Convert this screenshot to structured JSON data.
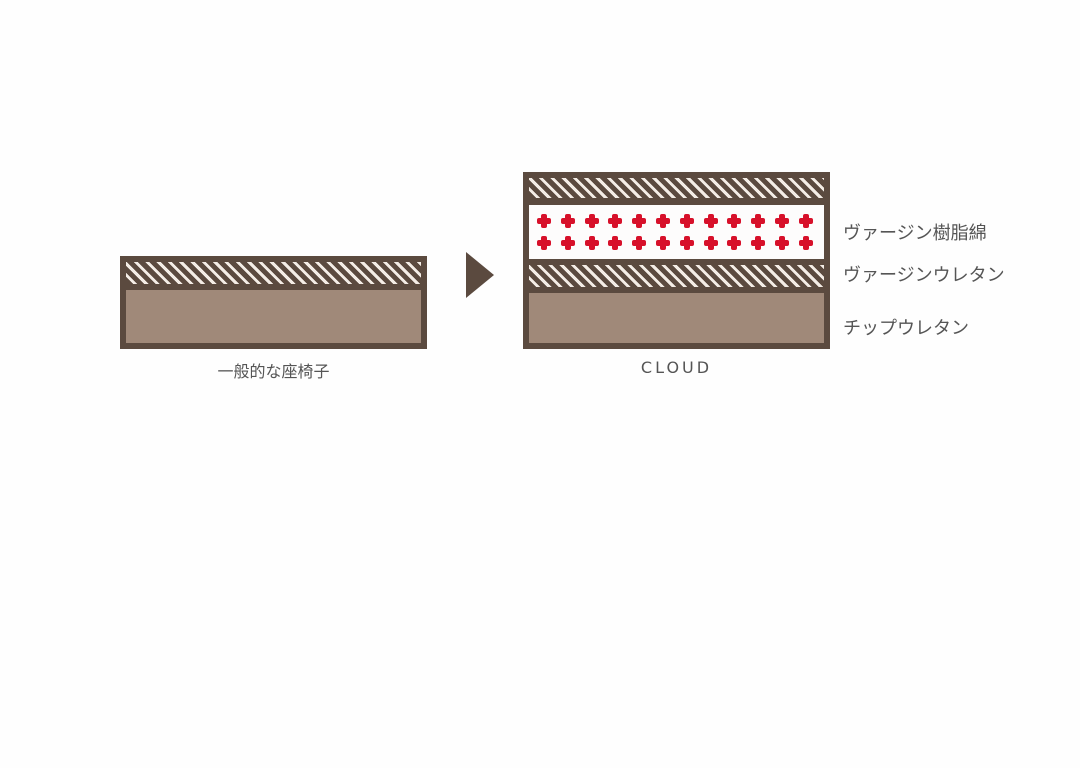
{
  "diagram": {
    "left": {
      "caption": "一般的な座椅子",
      "layers": [
        "hatched-top-urethane",
        "chip-urethane"
      ]
    },
    "arrow": "arrow-right",
    "right": {
      "caption": "CLOUD",
      "layers": [
        "hatched-top",
        "virgin-resin-cotton",
        "virgin-urethane",
        "chip-urethane"
      ]
    },
    "legend": [
      {
        "label": "ヴァージン樹脂綿"
      },
      {
        "label": "ヴァージンウレタン"
      },
      {
        "label": "チップウレタン"
      }
    ],
    "colors": {
      "frame": "#5b4a3f",
      "chip": "#a08979",
      "hatch_light": "#f4ede6",
      "cross": "#d7102a"
    },
    "cross_rows": 2,
    "cross_cols": 12
  }
}
